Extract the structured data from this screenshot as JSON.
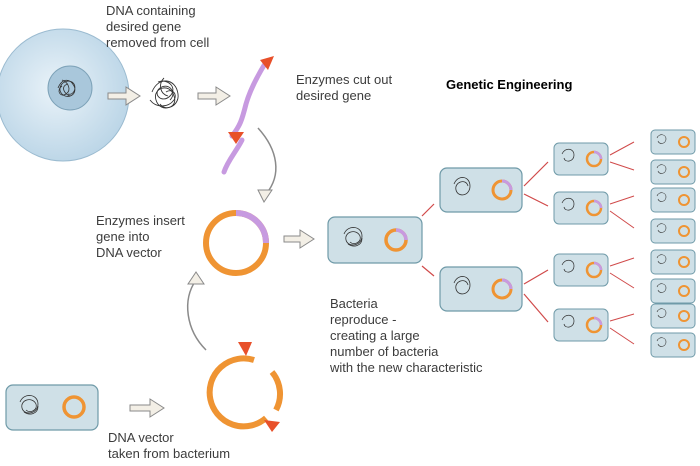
{
  "title": "Genetic Engineering",
  "labels": {
    "dna_containing": "DNA containing\ndesired gene\nremoved from cell",
    "enzymes_cut": "Enzymes cut out\ndesired gene",
    "enzymes_insert": "Enzymes insert\ngene into\nDNA vector",
    "bacteria_reproduce": "Bacteria\nreproduce -\ncreating a large\nnumber of bacteria\nwith the new characteristic",
    "dna_vector": "DNA vector\ntaken from bacterium"
  },
  "colors": {
    "cell_fill": "#c5dceb",
    "bacterium_fill": "#cfe0e7",
    "bacterium_stroke": "#6f9aa8",
    "plasmid": "#ef9433",
    "gene": "#c79ae0",
    "enzyme_marker": "#e8502a",
    "arrow": "#8a8a8a",
    "split_line": "#d04a4a"
  },
  "icons": [
    "cell-icon",
    "dna-tangle-icon",
    "plasmid-icon",
    "bacterium-icon",
    "enzyme-marker-icon"
  ]
}
